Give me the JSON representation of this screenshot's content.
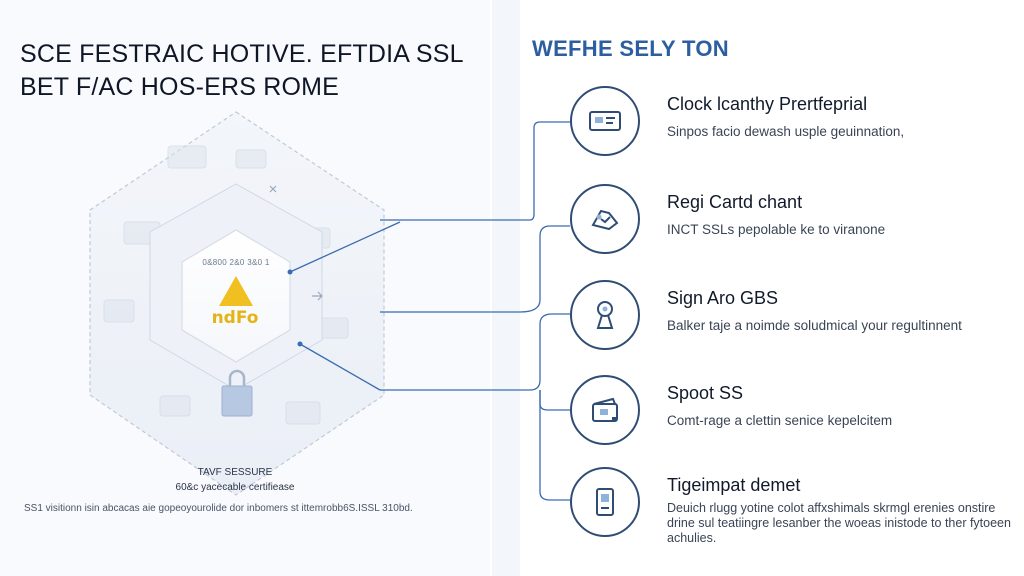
{
  "headline": {
    "line1": "SCE FESTRAIC HOTIVE. EFTDIA SSL",
    "line2": "BET F/AC HOS-ERS ROME"
  },
  "right_title": "WEFHE SELY TON",
  "center": {
    "small_text": "0&800 2&0 3&0 1",
    "brand": "ndFo"
  },
  "caption": {
    "title": "TAVF SESSURE",
    "subtitle": "60&c yacecable certifiease",
    "long": "SS1 visitionn isin abcacas aie gopeoyourolide dor inbomers st ittemrobb6S.ISSL 310bd."
  },
  "features": [
    {
      "icon": "id-card-icon",
      "title": "Clock lcanthy Prertfeprial",
      "description": "Sinpos facio dewash usple geuinnation,"
    },
    {
      "icon": "handshake-icon",
      "title": "Regi Cartd chant",
      "description": "INCT SSLs pepolable ke to viranone"
    },
    {
      "icon": "keyhole-icon",
      "title": "Sign Aro GBS",
      "description": "Balker taje a noimde soludmical your regultinnent"
    },
    {
      "icon": "wallet-icon",
      "title": "Spoot SS",
      "description": "Comt-rage a clettin senice kepelcitem"
    },
    {
      "icon": "device-icon",
      "title": "Tigeimpat demet",
      "description": "Deuich rlugg yotine colot affxshimals skrmgl erenies onstire drine sul teatiingre lesanber the woeas inistode to ther fytoeen achulies."
    }
  ],
  "colors": {
    "accent_blue": "#2d5fa0",
    "line_blue": "#3a6cb0",
    "circle_border": "#2f4d74",
    "brand_yellow": "#e4b315"
  }
}
